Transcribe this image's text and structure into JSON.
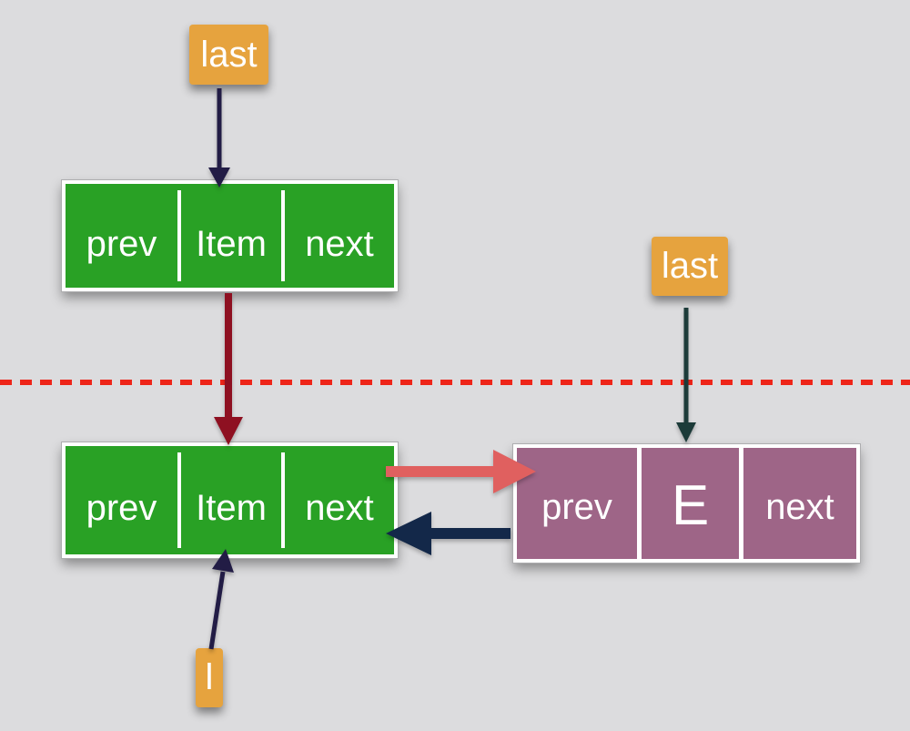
{
  "colors": {
    "background": "#dcdcde",
    "green_node": "#29a125",
    "purple_node": "#9e6587",
    "orange_label": "#e6a33e",
    "node_border_white": "#ffffff",
    "text_white": "#ffffff",
    "dashed_line_red": "#ee2519"
  },
  "pointers": {
    "last_top": "last",
    "last_right": "last",
    "l_bottom": "l"
  },
  "nodes": {
    "green_top": {
      "cells": [
        "prev",
        "Item",
        "next"
      ]
    },
    "green_bottom": {
      "cells": [
        "prev",
        "Item",
        "next"
      ]
    },
    "purple_right": {
      "cells": [
        "prev",
        "E",
        "next"
      ]
    }
  },
  "arrows": [
    {
      "name": "last-top-to-green-top-item",
      "color": "#221c45"
    },
    {
      "name": "green-top-item-to-green-bottom-item",
      "color": "#8e1021"
    },
    {
      "name": "last-right-to-purple-node",
      "color": "#1c3b39"
    },
    {
      "name": "green-next-to-purple-node",
      "color": "#e0605f"
    },
    {
      "name": "purple-prev-to-green-node",
      "color": "#132849"
    },
    {
      "name": "l-pointer-to-green-bottom-item",
      "color": "#221c45"
    }
  ]
}
